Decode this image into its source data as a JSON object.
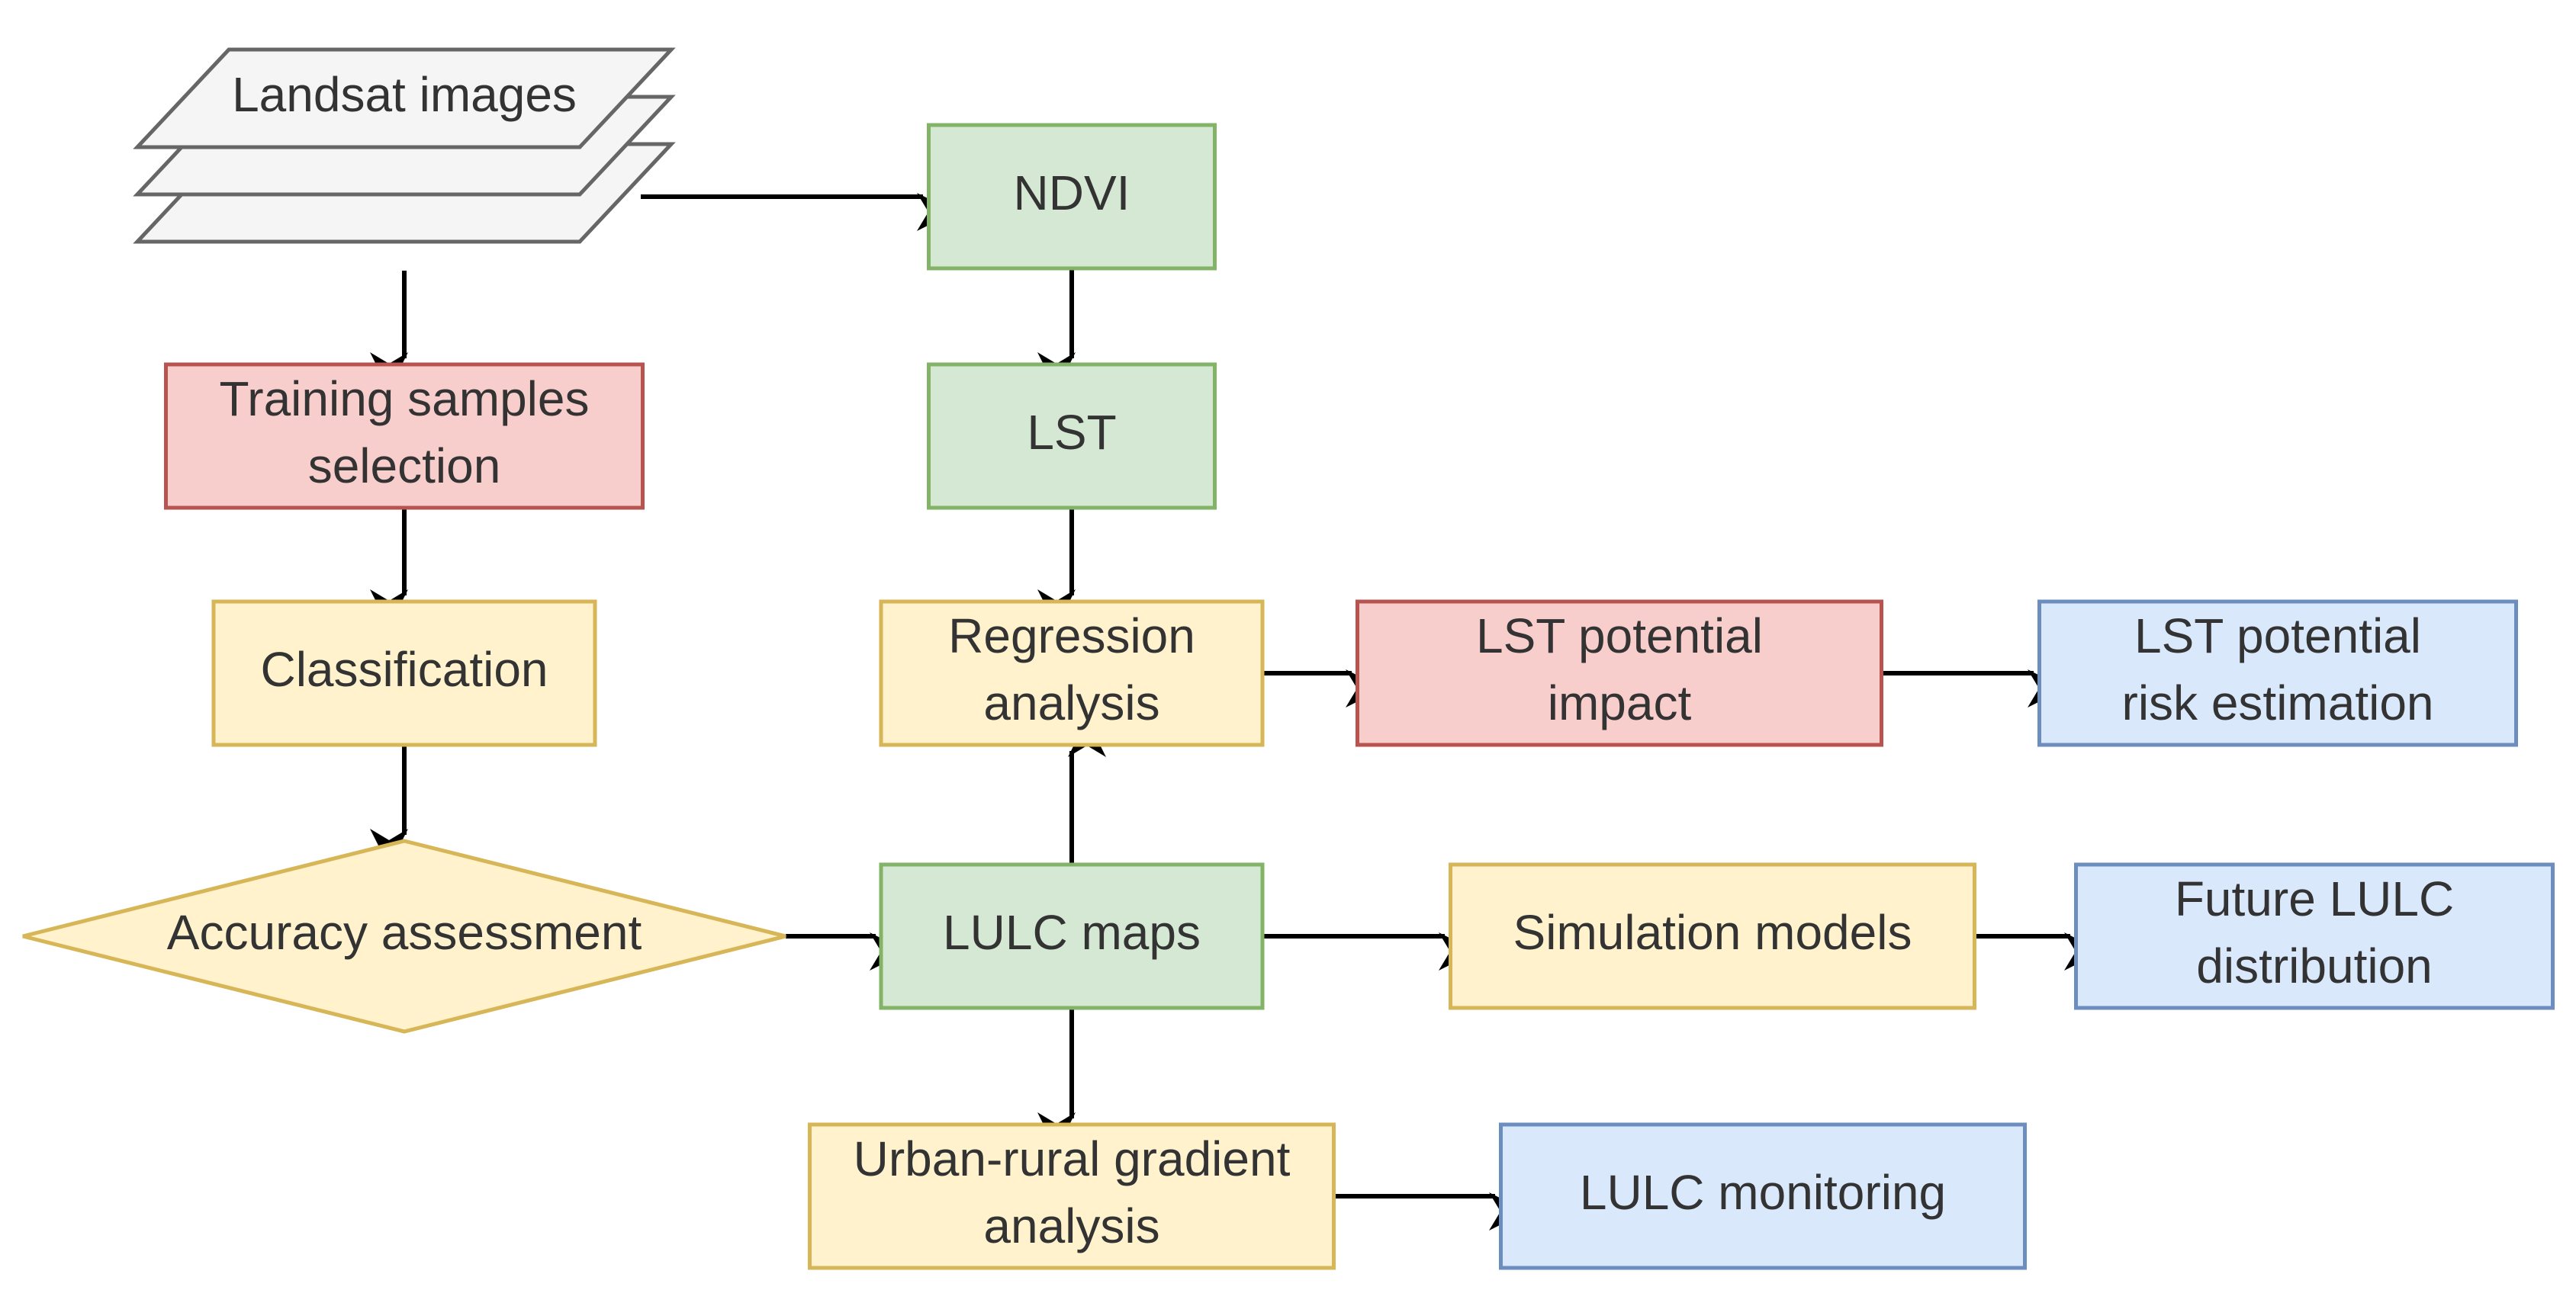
{
  "colors": {
    "green_fill": "#d5e8d4",
    "green_stroke": "#82b366",
    "red_fill": "#f8cecc",
    "red_stroke": "#b85450",
    "yellow_fill": "#fff2cc",
    "yellow_stroke": "#d6b656",
    "blue_fill": "#dae8fc",
    "blue_stroke": "#6c8ebf",
    "gray_fill": "#f5f5f5",
    "gray_stroke": "#666666"
  },
  "nodes": {
    "landsat": {
      "lines": [
        "Landsat images"
      ],
      "shape": "stacked-parallelogram",
      "color": "gray"
    },
    "ndvi": {
      "lines": [
        "NDVI"
      ],
      "shape": "rectangle",
      "color": "green"
    },
    "training": {
      "lines": [
        "Training samples",
        "selection"
      ],
      "shape": "rectangle",
      "color": "red"
    },
    "lst": {
      "lines": [
        "LST"
      ],
      "shape": "rectangle",
      "color": "green"
    },
    "classification": {
      "lines": [
        "Classification"
      ],
      "shape": "rectangle",
      "color": "yellow"
    },
    "regression": {
      "lines": [
        "Regression",
        "analysis"
      ],
      "shape": "rectangle",
      "color": "yellow"
    },
    "lst_impact": {
      "lines": [
        "LST potential",
        "impact"
      ],
      "shape": "rectangle",
      "color": "red"
    },
    "lst_risk": {
      "lines": [
        "LST potential",
        "risk estimation"
      ],
      "shape": "rectangle",
      "color": "blue"
    },
    "accuracy": {
      "lines": [
        "Accuracy assessment"
      ],
      "shape": "diamond",
      "color": "yellow"
    },
    "lulc_maps": {
      "lines": [
        "LULC maps"
      ],
      "shape": "rectangle",
      "color": "green"
    },
    "simulation": {
      "lines": [
        "Simulation models"
      ],
      "shape": "rectangle",
      "color": "yellow"
    },
    "future_lulc": {
      "lines": [
        "Future LULC",
        "distribution"
      ],
      "shape": "rectangle",
      "color": "blue"
    },
    "urban_rural": {
      "lines": [
        "Urban-rural gradient",
        "analysis"
      ],
      "shape": "rectangle",
      "color": "yellow"
    },
    "lulc_monitoring": {
      "lines": [
        "LULC monitoring"
      ],
      "shape": "rectangle",
      "color": "blue"
    }
  },
  "edges": [
    {
      "from": "landsat",
      "to": "ndvi"
    },
    {
      "from": "landsat",
      "to": "training"
    },
    {
      "from": "ndvi",
      "to": "lst"
    },
    {
      "from": "training",
      "to": "classification"
    },
    {
      "from": "lst",
      "to": "regression"
    },
    {
      "from": "classification",
      "to": "accuracy"
    },
    {
      "from": "regression",
      "to": "lst_impact"
    },
    {
      "from": "lst_impact",
      "to": "lst_risk"
    },
    {
      "from": "accuracy",
      "to": "lulc_maps"
    },
    {
      "from": "lulc_maps",
      "to": "regression"
    },
    {
      "from": "lulc_maps",
      "to": "simulation"
    },
    {
      "from": "simulation",
      "to": "future_lulc"
    },
    {
      "from": "lulc_maps",
      "to": "urban_rural"
    },
    {
      "from": "urban_rural",
      "to": "lulc_monitoring"
    }
  ]
}
